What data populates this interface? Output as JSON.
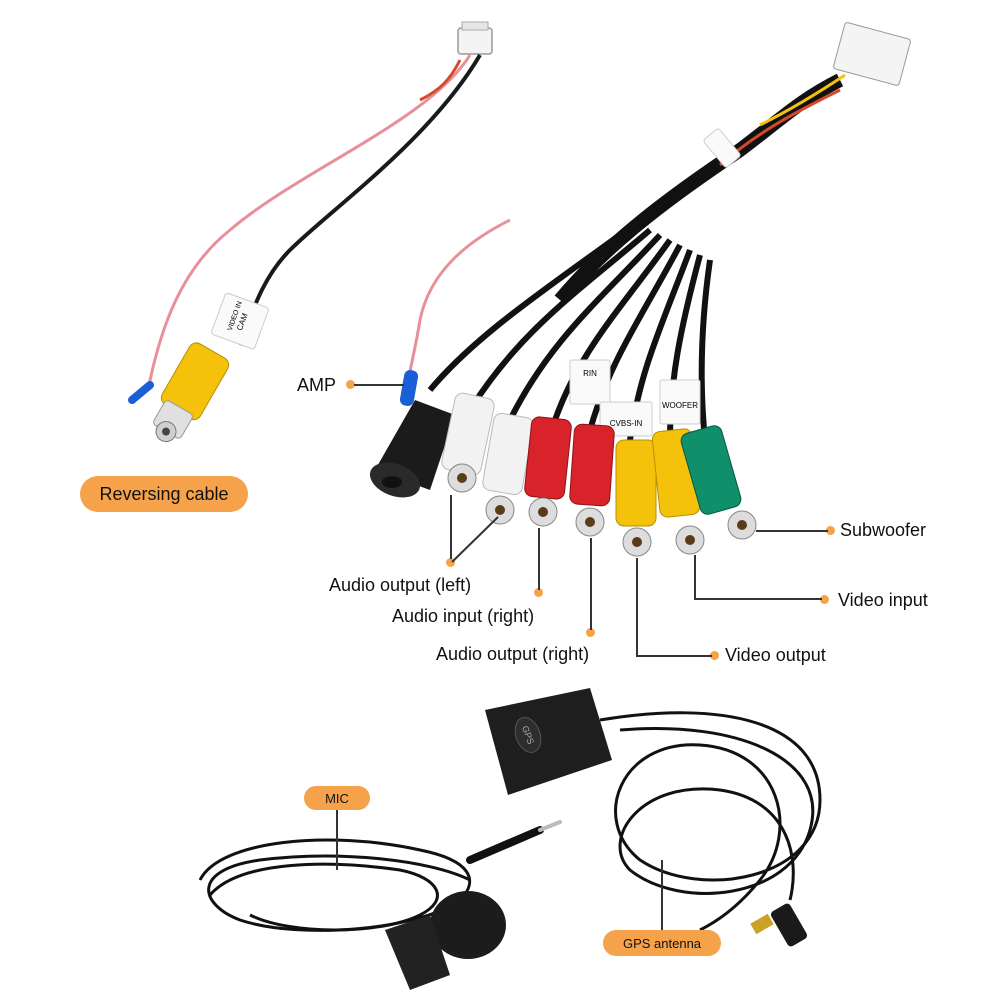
{
  "labels": {
    "reversing_cable": "Reversing cable",
    "amp": "AMP",
    "subwoofer": "Subwoofer",
    "video_input": "Video input",
    "video_output": "Video output",
    "audio_output_left": "Audio output (left)",
    "audio_input_right": "Audio input (right)",
    "audio_output_right": "Audio output (right)",
    "mic": "MIC",
    "gps_antenna": "GPS antenna"
  },
  "cable_tags": {
    "cam": "CAM",
    "video_in": "VIDEO IN",
    "rin": "RIN",
    "cvbs_in": "CVBS-IN",
    "woofer": "WOOFER",
    "gps": "GPS"
  },
  "colors": {
    "accent": "#f6a24a",
    "rca_white": "#f2f2f2",
    "rca_red": "#d8232a",
    "rca_yellow": "#f5c20b",
    "rca_green": "#0f8f6a",
    "cable": "#1a1a1a",
    "wire_pink": "#e8909a",
    "amp_tip": "#1a5fd6"
  },
  "icons": [
    "orange-dot-icon"
  ]
}
